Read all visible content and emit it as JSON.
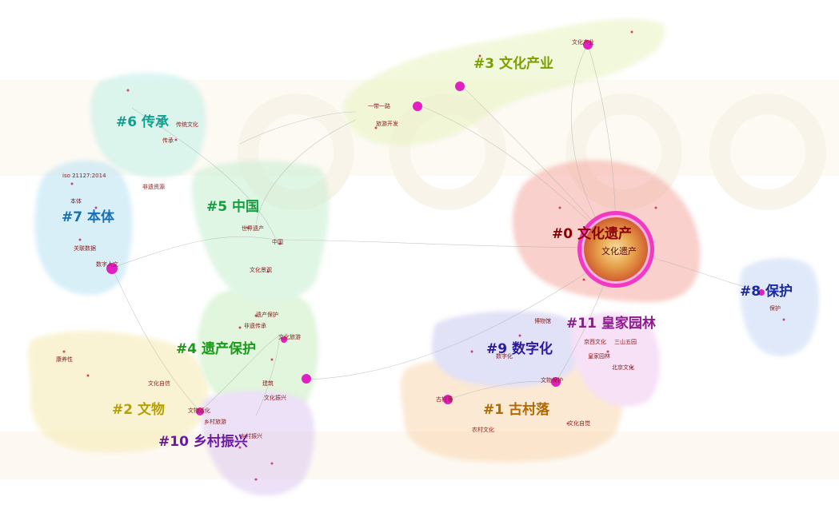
{
  "clusters": [
    {
      "id": "c0",
      "label": "#0 文化遗产",
      "color": "#8b0000",
      "fill": "#f4a9a0"
    },
    {
      "id": "c1",
      "label": "#1 古村落",
      "color": "#b06a00",
      "fill": "#f9d7b0"
    },
    {
      "id": "c2",
      "label": "#2 文物",
      "color": "#b8a000",
      "fill": "#f6eab0"
    },
    {
      "id": "c3",
      "label": "#3 文化产业",
      "color": "#7aa000",
      "fill": "#e8f3c0"
    },
    {
      "id": "c4",
      "label": "#4 遗产保护",
      "color": "#1a9a1a",
      "fill": "#c8eec0"
    },
    {
      "id": "c5",
      "label": "#5 中国",
      "color": "#15a040",
      "fill": "#c6eed0"
    },
    {
      "id": "c6",
      "label": "#6 传承",
      "color": "#10a090",
      "fill": "#bfeee6"
    },
    {
      "id": "c7",
      "label": "#7 本体",
      "color": "#1a70b0",
      "fill": "#b8e2f2"
    },
    {
      "id": "c8",
      "label": "#8 保护",
      "color": "#1a2aa0",
      "fill": "#c6d8f4"
    },
    {
      "id": "c9",
      "label": "#9 数字化",
      "color": "#2a1aa0",
      "fill": "#c9c8f0"
    },
    {
      "id": "c10",
      "label": "#10 乡村振兴",
      "color": "#6a1aa0",
      "fill": "#ddc8f0"
    },
    {
      "id": "c11",
      "label": "#11 皇家园林",
      "color": "#901a90",
      "fill": "#efc8ef"
    }
  ],
  "keywords": {
    "c0": [
      "文化遗产"
    ],
    "c1": [
      "文物保护",
      "古村落",
      "农村文化",
      "文化自觉"
    ],
    "c2": [
      "文化自信",
      "文物活化",
      "康养性"
    ],
    "c3": [
      "文化产业",
      "一带一路",
      "旅游开发"
    ],
    "c4": [
      "遗产保护",
      "非遗传承",
      "文化旅游",
      "建筑"
    ],
    "c5": [
      "世界遗产",
      "中国",
      "文化景观"
    ],
    "c6": [
      "传承",
      "传统文化",
      "非遗资源"
    ],
    "c7": [
      "数字人文",
      "iso 21127:2014",
      "本体",
      "关联数据"
    ],
    "c8": [
      "保护"
    ],
    "c9": [
      "博物馆",
      "数字化"
    ],
    "c10": [
      "乡村振兴",
      "乡村旅游",
      "文化振兴"
    ],
    "c11": [
      "京西文化",
      "三山五园",
      "皇家园林",
      "北京文化"
    ]
  }
}
